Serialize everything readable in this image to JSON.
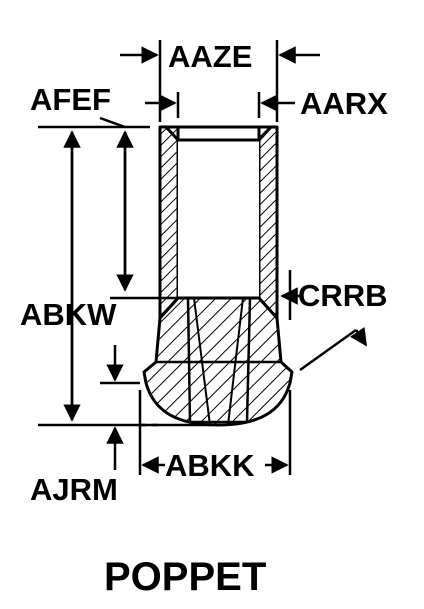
{
  "labels": {
    "aaze": "AAZE",
    "afef": "AFEF",
    "aarx": "AARX",
    "abkw": "ABKW",
    "crrb": "CRRB",
    "ajrm": "AJRM",
    "abkk": "ABKK"
  },
  "title": "POPPET"
}
